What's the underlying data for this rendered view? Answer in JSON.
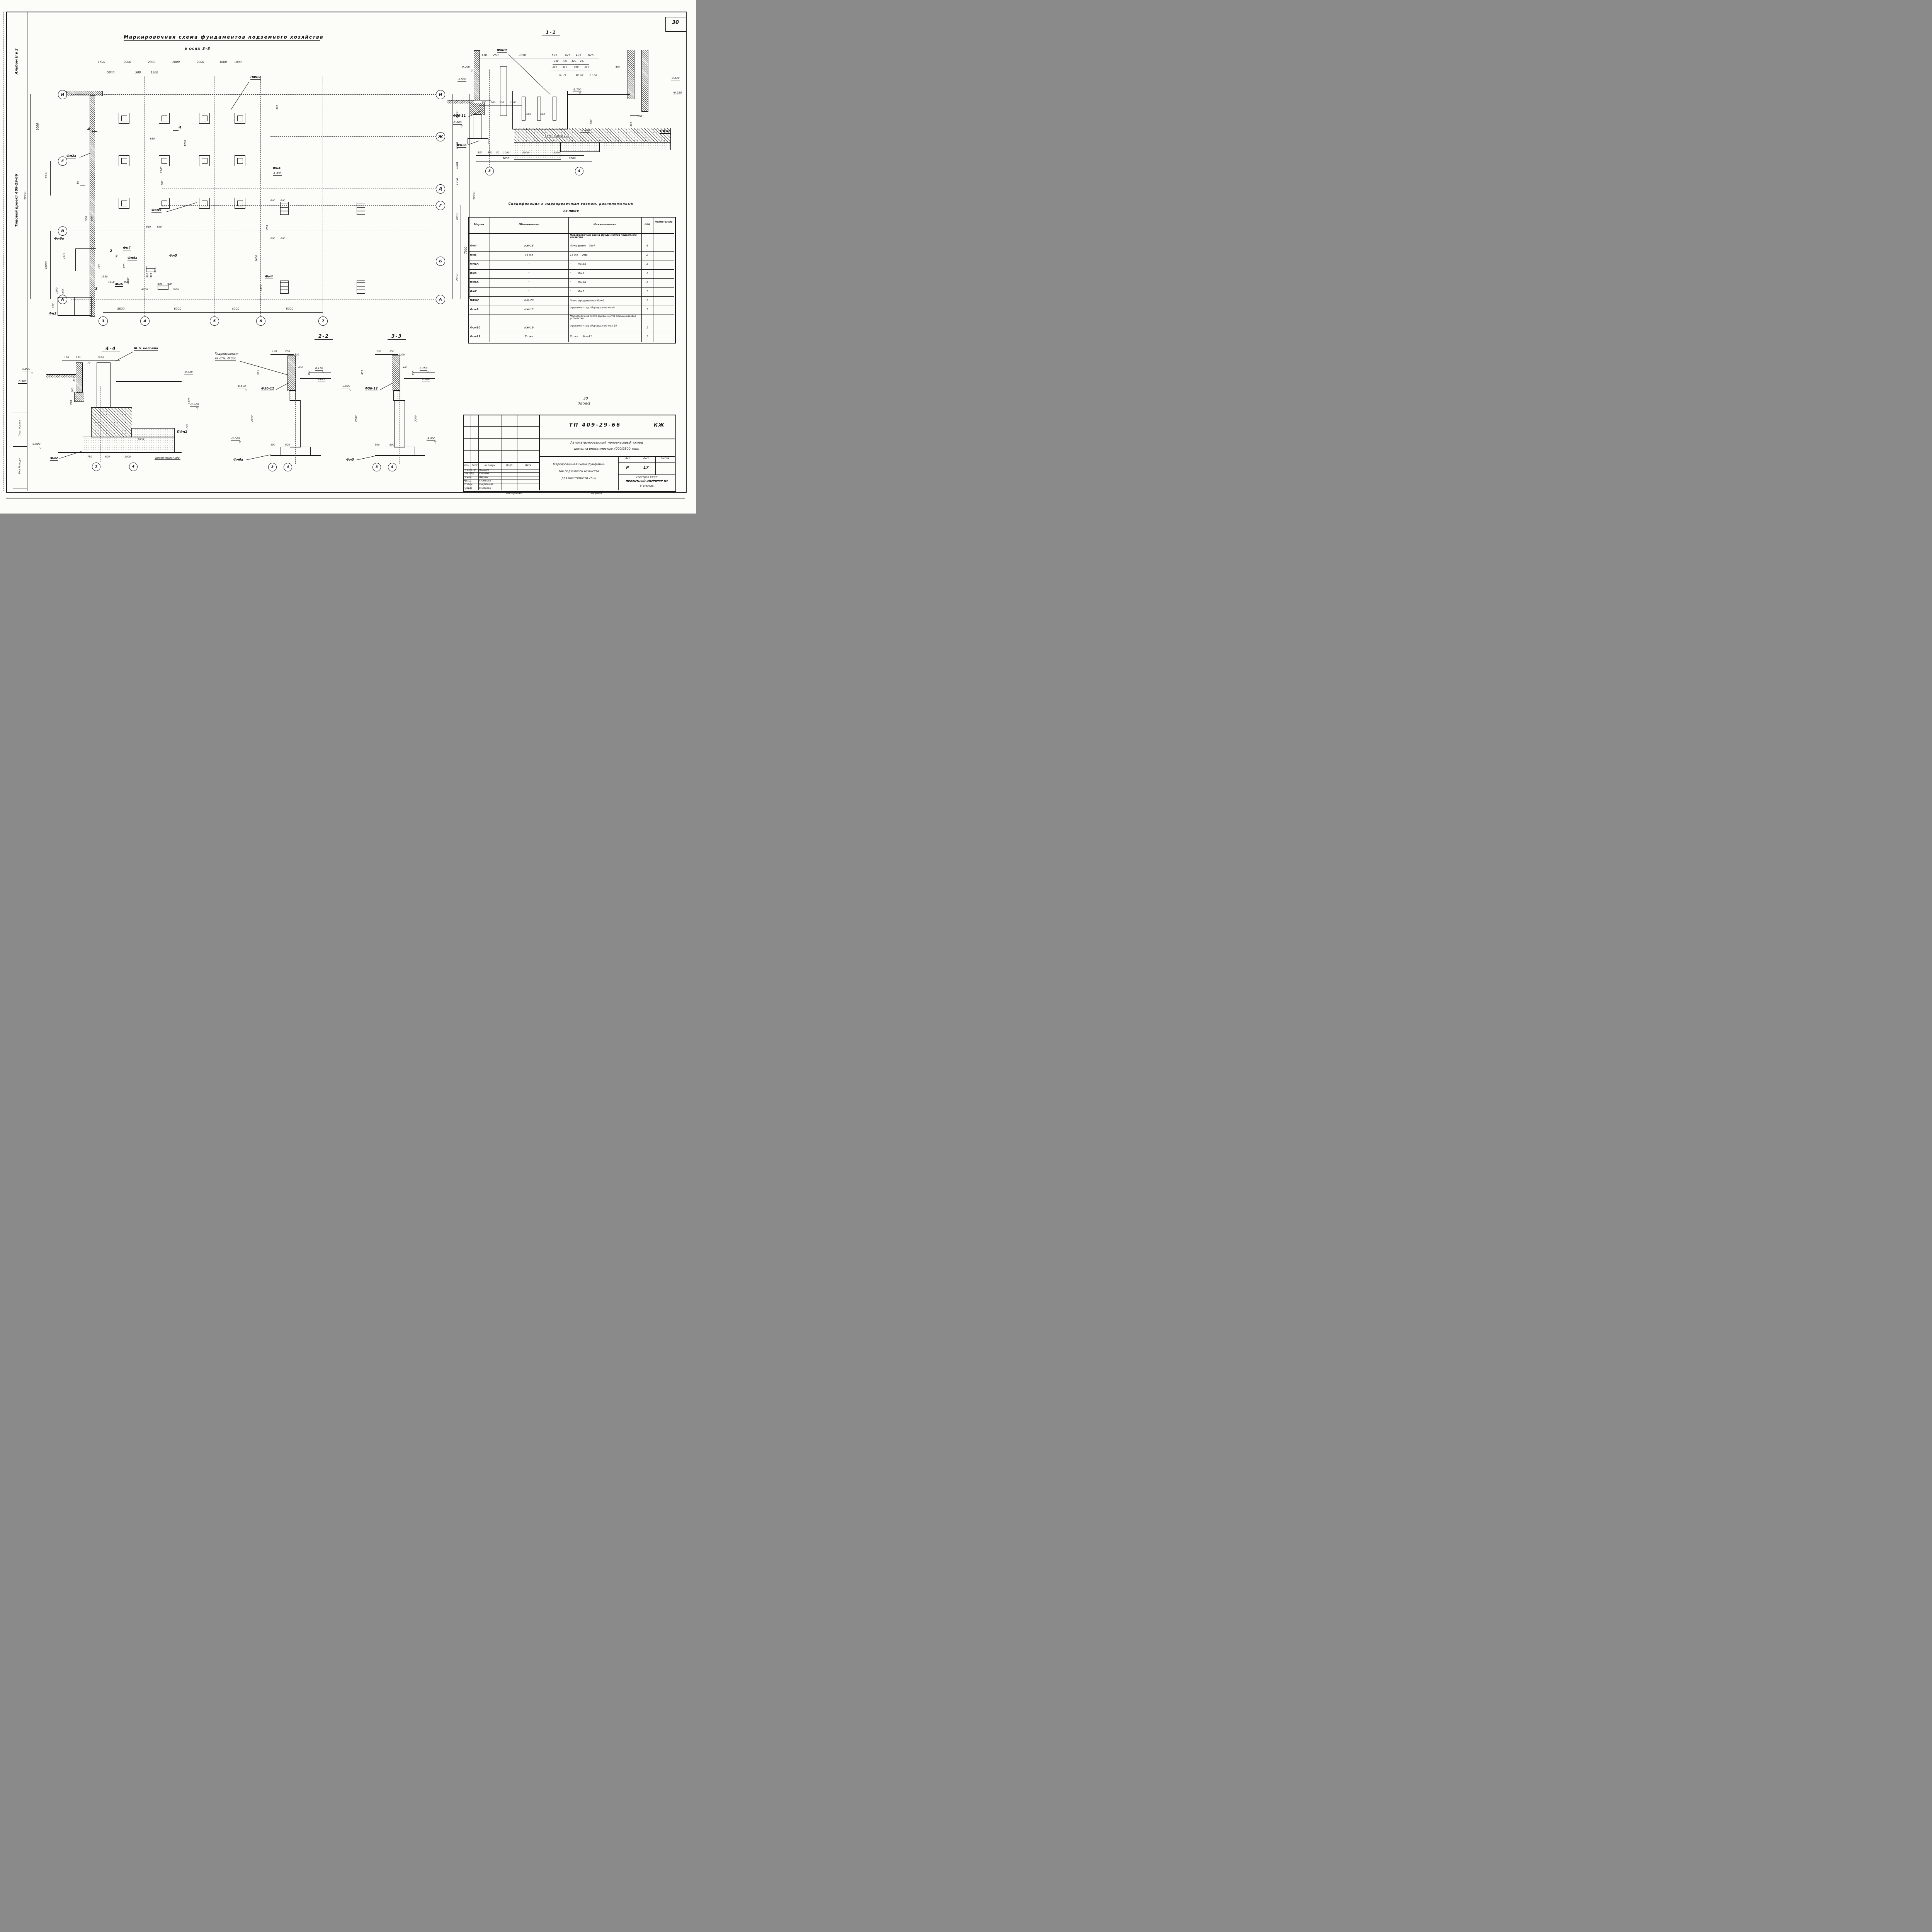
{
  "page": {
    "sheet_number": "30",
    "stamp_top": "30",
    "stamp_number": "7606/3",
    "kopiroval": "Копировал",
    "format": "Формат"
  },
  "side": {
    "album": "Альбом II в 2",
    "project": "Типовой проект 409-29-66",
    "stamp_sign": "Подп и дата",
    "stamp_inv": "Инв № подл."
  },
  "plan": {
    "title": "Маркировочная схема фундаментов подземного хозяйства",
    "subtitle": "в осях 3-8",
    "axes_left": [
      "И",
      "Е",
      "В",
      "А"
    ],
    "axes_right": [
      "И",
      "Ж",
      "Д",
      "Г",
      "Б",
      "А"
    ],
    "axes_bottom": [
      "3",
      "4",
      "5",
      "6",
      "7"
    ],
    "top_dims": [
      "1600",
      "2000",
      "2000",
      "2000",
      "2000",
      "1000",
      "1000"
    ],
    "top_dims2": [
      "5840",
      "500",
      "1360"
    ],
    "bottom_dims": [
      "3800",
      "6000",
      "4000",
      "5000"
    ],
    "left_dims": [
      "6000",
      "3000",
      "18000",
      "6000"
    ],
    "right_dims": [
      "4100",
      "2000",
      "2000",
      "1250",
      "4950",
      "7900",
      "2950",
      "18000"
    ],
    "labels": {
      "pfm2": "ПФм2",
      "fm2a": "Фм2а",
      "fm6a": "Фм6а",
      "fm7": "Фм7",
      "fm5a": "Фм5а",
      "fm5": "Фм5",
      "fm6": "Фм6",
      "fm3": "Фм3",
      "fom9": "Фом9",
      "fm4": "Фм4",
      "fm4_elev": "-1.650",
      "fm4b": "Фм4"
    },
    "cuts": [
      "4",
      "4",
      "1",
      "2",
      "3",
      "3"
    ],
    "inner_dims": {
      "d850a": "850",
      "d850b": "850",
      "d850c": "850",
      "d900": "900",
      "d2240": "2240",
      "d1266": "1266",
      "d500": "500",
      "d600a": "600",
      "d600b": "600",
      "d600c": "600",
      "d600d": "600",
      "d250": "250",
      "d550a": "550",
      "d550b": "550",
      "d4200": "4200",
      "d1800": "1800",
      "d400a": "400",
      "d400b": "400",
      "d300a": "300",
      "d300b": "300",
      "d370": "370",
      "d4900": "4900",
      "d3050a": "3050",
      "d1600": "1600",
      "d1200": "1200",
      "d3050b": "3050",
      "d480": "480",
      "d970": "970",
      "d2670": "2670",
      "d1850": "1850",
      "d800": "800",
      "d1350": "1350",
      "d750": "750"
    }
  },
  "section11": {
    "title": "1-1",
    "top_dims": [
      "130",
      "250",
      "2250",
      "675",
      "425",
      "425",
      "675"
    ],
    "mid_dims": [
      "198",
      "425",
      "425",
      "197"
    ],
    "mid_dims2": [
      "250",
      "850",
      "850",
      "250"
    ],
    "d380": "380",
    "small_dims": [
      "75",
      "75",
      "60",
      "60",
      "0.100"
    ],
    "elev": {
      "e0": "0.000",
      "e05": "-0.500",
      "e033": "-0.330",
      "e055": "-0.550",
      "e17": "-1.700",
      "e24": "-2.400",
      "e30": "-3.000"
    },
    "labels": {
      "fom9": "Фом9",
      "f5b11": "Ф5б-11",
      "fm2a": "Фм2а",
      "pfm2": "ПФм2",
      "concrete": "Бетон марки 100"
    },
    "bot_dims": [
      "300",
      "300",
      "300",
      "1000"
    ],
    "d600a": "600",
    "d600b": "600",
    "d900": "900",
    "d300": "300",
    "d500": "500",
    "bot_dims2": [
      "550",
      "550",
      "50",
      "1000",
      "2000",
      "2000"
    ],
    "d3600": "3600",
    "d6000": "6000",
    "axes": [
      "3",
      "4"
    ]
  },
  "spec": {
    "title1": "Спецификация к маркировочным схемам, расположенным",
    "title2": "на листе",
    "headers": [
      "Марка",
      "Обозначение",
      "Наименование",
      "Кол",
      "Приме-чание"
    ],
    "rows": [
      {
        "m": "",
        "o": "",
        "n": "Маркировочная схема фунда-ментов подземного хозяйства",
        "k": "",
        "p": ""
      },
      {
        "m": "Фм4",
        "o": "КЖ-18",
        "n": "Фундамент   Фм4",
        "k": "4",
        "p": ""
      },
      {
        "m": "Фм5",
        "o": "То же",
        "n": "То же    Фм5",
        "k": "2",
        "p": ""
      },
      {
        "m": "Фм5А",
        "o": "\"",
        "n": "\"        Фм5А",
        "k": "1",
        "p": ""
      },
      {
        "m": "Фм6",
        "o": "\"",
        "n": "\"        Фм6",
        "k": "1",
        "p": ""
      },
      {
        "m": "Фм6А",
        "o": "\"",
        "n": "\"        Фм6А",
        "k": "1",
        "p": ""
      },
      {
        "m": "Фм7",
        "o": "\"",
        "n": "\"        Фм7",
        "k": "1",
        "p": ""
      },
      {
        "m": "ПФм2",
        "o": "КЖ-20",
        "n": "Плита фундаментная ПФм2",
        "k": "1",
        "p": ""
      },
      {
        "m": "Фом9",
        "o": "КЖ-13",
        "n": "Фундамент под оборудование Фом9",
        "k": "1",
        "p": ""
      },
      {
        "m": "",
        "o": "",
        "n": "Маркировочная схема фунда-ментов под маневровое устройство",
        "k": "",
        "p": ""
      },
      {
        "m": "Фом10",
        "o": "КЖ-19",
        "n": "Фундамент под оборудование Фом 10",
        "k": "1",
        "p": ""
      },
      {
        "m": "Фом11",
        "o": "То же",
        "n": "То же     Фом11",
        "k": "1",
        "p": ""
      }
    ]
  },
  "s44": {
    "title": "4-4",
    "column": "Ж.б. колонна",
    "top_dims": [
      "130",
      "250",
      "1280"
    ],
    "d70": "70",
    "elev": {
      "e0": "0.000",
      "e05": "-0.500",
      "e033": "-0.330",
      "e24": "-2.400",
      "e30": "-3.000"
    },
    "rot": {
      "d330": "330",
      "d500": "500",
      "d270": "270",
      "d1370": "1370",
      "d700": "700"
    },
    "d1000b": "1000",
    "labels": {
      "fm2": "Фм2",
      "pfm2": "ПФм2",
      "concrete": "Бетон марки 100"
    },
    "bot_dims": [
      "750",
      "600",
      "1000"
    ],
    "axes": [
      "3",
      "4"
    ]
  },
  "s22": {
    "title": "2-2",
    "note1": "Гидроизоляция",
    "note2": "на отм. -0.030",
    "top_dims": [
      "130",
      "250"
    ],
    "d20": "20",
    "d400": "400",
    "elev": {
      "e015": "0.150",
      "e0": "0.000",
      "e05": "-0.500",
      "e30": "-3.000"
    },
    "rot": {
      "d150": "150",
      "d650": "650",
      "d2500": "2500"
    },
    "f5b": "Ф5б-12",
    "bot_dims": [
      "100",
      "600"
    ],
    "label": "Фм6а",
    "axes": [
      "3",
      "4"
    ]
  },
  "s33": {
    "title": "3-3",
    "top_dims": [
      "130",
      "250"
    ],
    "d270": "270",
    "d400": "400",
    "elev": {
      "e015": "0.150",
      "e0": "0.000",
      "e05": "-0.500",
      "e30": "-3.000"
    },
    "rot": {
      "d150": "150",
      "d650": "650",
      "d2500": "2500",
      "d3000": "3000"
    },
    "f5b": "Ф5б-12",
    "bot_dims": [
      "300",
      "600"
    ],
    "label": "Фм3",
    "axes": [
      "3",
      "4"
    ]
  },
  "title_block": {
    "code": "ТП 409-29-66",
    "mark": "КЖ",
    "object1": "Автоматизированный  прирельсовый  склад",
    "object2": "цемента вместимостью 4000/2500 тонн",
    "rev_headers": [
      "Изм",
      "Лист",
      "№ докум",
      "Подп",
      "Дата"
    ],
    "people": [
      {
        "role": "Гл инж пр",
        "name": "Назаров"
      },
      {
        "role": "Нач. отд",
        "name": "Рыбкина"
      },
      {
        "role": "Гл кон.",
        "name": "Лапкин"
      },
      {
        "role": "Рук гр",
        "name": "Смирнова"
      },
      {
        "role": "Ст инж.",
        "name": "Кудрявцева"
      },
      {
        "role": "Провер",
        "name": "Смирнова"
      }
    ],
    "lit_headers": [
      "Лит",
      "Лист",
      "Листов"
    ],
    "lit_values": [
      "Р",
      "17",
      ""
    ],
    "drawing": [
      "Маркировочная схема фундамен-",
      "тов подземного хозяйства",
      "для вместимости 2500"
    ],
    "org": [
      "Госстрой СССР",
      "ПРОЕКТНЫЙ ИНСТИТУТ N2",
      "г. Москва"
    ]
  }
}
